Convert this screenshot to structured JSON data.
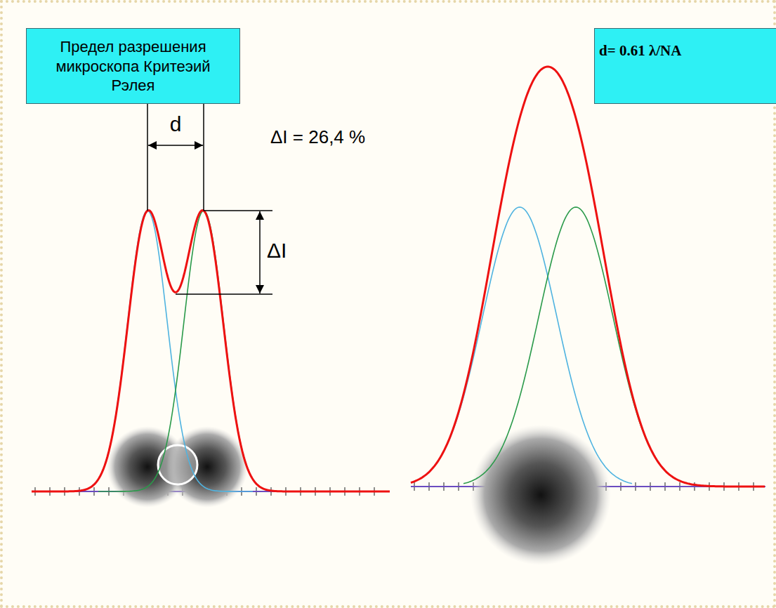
{
  "diagram": {
    "title": "Предел разрешения микроскопа Критеэий Рэлея",
    "nodes": [
      {
        "text": [
          "Предел разрешения микроскопа Критеэий Рэлея"
        ]
      },
      {
        "text": [
          "d= 0.61 λ/NA"
        ]
      }
    ],
    "labels": [
      "d",
      "ΔI = 26,4 %",
      "ΔI"
    ]
  }
}
